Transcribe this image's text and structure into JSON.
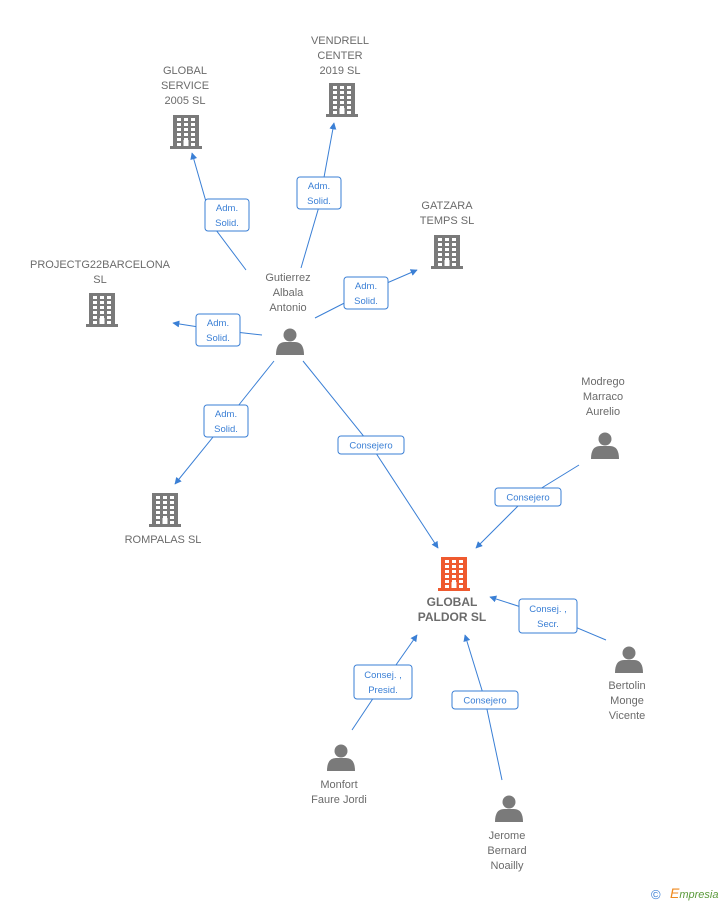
{
  "colors": {
    "company": "#7a7a7a",
    "person": "#7a7a7a",
    "focus": "#ef5a2f",
    "edge": "#3a7fd5",
    "text": "#6b6b6b"
  },
  "nodes": [
    {
      "id": "vendrell",
      "kind": "company",
      "icon": "building-icon",
      "lines": [
        "VENDRELL",
        "CENTER",
        "2019  SL"
      ]
    },
    {
      "id": "global_service",
      "kind": "company",
      "icon": "building-icon",
      "lines": [
        "GLOBAL",
        "SERVICE",
        "2005  SL"
      ]
    },
    {
      "id": "gatzara",
      "kind": "company",
      "icon": "building-icon",
      "lines": [
        "GATZARA",
        "TEMPS  SL"
      ]
    },
    {
      "id": "projectg22",
      "kind": "company",
      "icon": "building-icon",
      "lines": [
        "PROJECTG22BARCELONA",
        "SL"
      ]
    },
    {
      "id": "gutierrez",
      "kind": "person",
      "icon": "person-icon",
      "lines": [
        "Gutierrez",
        "Albala",
        "Antonio"
      ]
    },
    {
      "id": "rompalas",
      "kind": "company",
      "icon": "building-icon",
      "lines": [
        "ROMPALAS  SL"
      ]
    },
    {
      "id": "modrego",
      "kind": "person",
      "icon": "person-icon",
      "lines": [
        "Modrego",
        "Marraco",
        "Aurelio"
      ]
    },
    {
      "id": "global_paldor",
      "kind": "focus",
      "icon": "building-icon",
      "lines": [
        "GLOBAL",
        "PALDOR  SL"
      ]
    },
    {
      "id": "bertolin",
      "kind": "person",
      "icon": "person-icon",
      "lines": [
        "Bertolin",
        "Monge",
        "Vicente"
      ]
    },
    {
      "id": "monfort",
      "kind": "person",
      "icon": "person-icon",
      "lines": [
        "Monfort",
        "Faure Jordi"
      ]
    },
    {
      "id": "jerome",
      "kind": "person",
      "icon": "person-icon",
      "lines": [
        "Jerome",
        "Bernard",
        "Noailly"
      ]
    }
  ],
  "edges": [
    {
      "from": "gutierrez",
      "to": "global_service",
      "label": [
        "Adm.",
        "Solid."
      ]
    },
    {
      "from": "gutierrez",
      "to": "vendrell",
      "label": [
        "Adm.",
        "Solid."
      ]
    },
    {
      "from": "gutierrez",
      "to": "gatzara",
      "label": [
        "Adm.",
        "Solid."
      ]
    },
    {
      "from": "gutierrez",
      "to": "projectg22",
      "label": [
        "Adm.",
        "Solid."
      ]
    },
    {
      "from": "gutierrez",
      "to": "rompalas",
      "label": [
        "Adm.",
        "Solid."
      ]
    },
    {
      "from": "gutierrez",
      "to": "global_paldor",
      "label": [
        "Consejero"
      ]
    },
    {
      "from": "modrego",
      "to": "global_paldor",
      "label": [
        "Consejero"
      ]
    },
    {
      "from": "bertolin",
      "to": "global_paldor",
      "label": [
        "Consej. ,",
        "Secr."
      ]
    },
    {
      "from": "monfort",
      "to": "global_paldor",
      "label": [
        "Consej. ,",
        "Presid."
      ]
    },
    {
      "from": "jerome",
      "to": "global_paldor",
      "label": [
        "Consejero"
      ]
    }
  ],
  "footer": {
    "copyright_symbol": "©",
    "brand_initial": "E",
    "brand_rest": "mpresia"
  }
}
